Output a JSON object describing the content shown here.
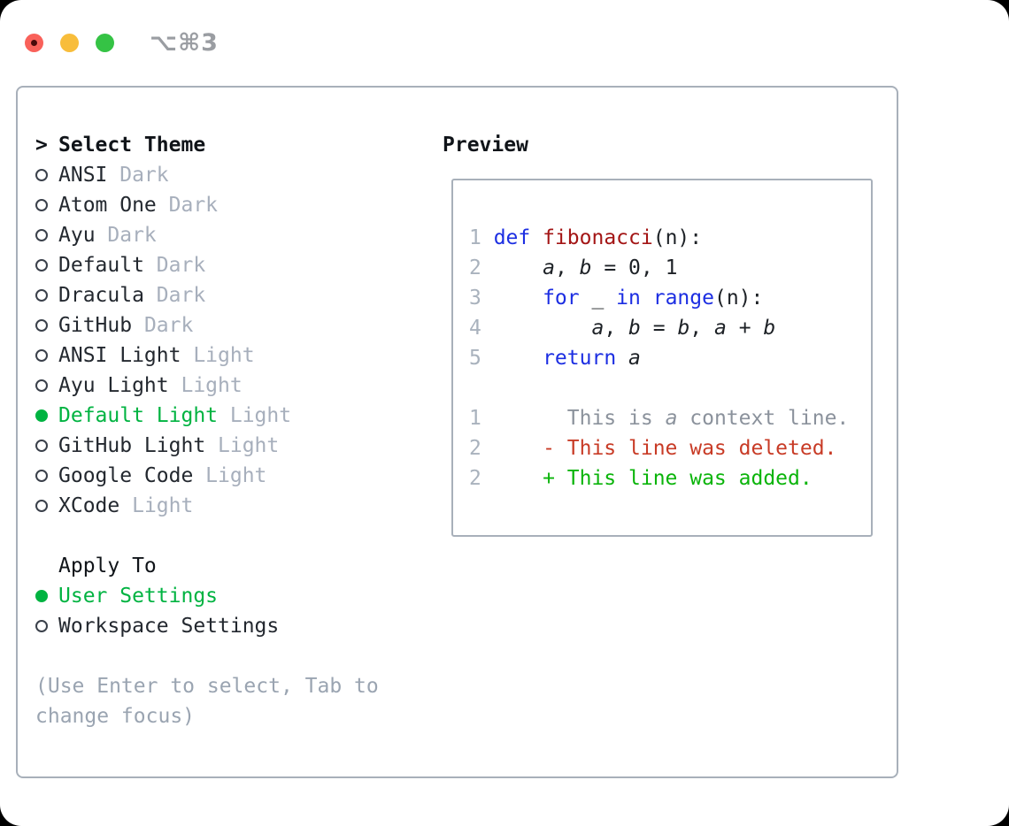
{
  "window": {
    "shortcut_label": "⌥⌘3",
    "traffic_lights": [
      "close",
      "minimize",
      "zoom"
    ]
  },
  "colors": {
    "accent_green": "#00b341",
    "keyword_blue": "#1c2ee2",
    "function_red": "#a31515",
    "deleted_red": "#c83b26",
    "added_green": "#0ab40a",
    "context_gray": "#8b929c",
    "muted_gray": "#a7afbc",
    "hint_gray": "#9aa4b1",
    "line_number_gray": "#a9b2bd",
    "border_gray": "#a8b0ba",
    "traffic_red": "#f9615a",
    "traffic_yellow": "#f8bd3b",
    "traffic_green": "#35c345"
  },
  "sidebar": {
    "header": {
      "prefix": ">",
      "label": "Select Theme"
    },
    "themes": [
      {
        "name": "ANSI",
        "variant": "Dark",
        "selected": false
      },
      {
        "name": "Atom One",
        "variant": "Dark",
        "selected": false
      },
      {
        "name": "Ayu",
        "variant": "Dark",
        "selected": false
      },
      {
        "name": "Default",
        "variant": "Dark",
        "selected": false
      },
      {
        "name": "Dracula",
        "variant": "Dark",
        "selected": false
      },
      {
        "name": "GitHub",
        "variant": "Dark",
        "selected": false
      },
      {
        "name": "ANSI Light",
        "variant": "Light",
        "selected": false
      },
      {
        "name": "Ayu Light",
        "variant": "Light",
        "selected": false
      },
      {
        "name": "Default Light",
        "variant": "Light",
        "selected": true
      },
      {
        "name": "GitHub Light",
        "variant": "Light",
        "selected": false
      },
      {
        "name": "Google Code",
        "variant": "Light",
        "selected": false
      },
      {
        "name": "XCode",
        "variant": "Light",
        "selected": false
      }
    ],
    "apply_to": {
      "label": "Apply To",
      "options": [
        {
          "label": "User Settings",
          "selected": true
        },
        {
          "label": "Workspace Settings",
          "selected": false
        }
      ]
    },
    "hint": "(Use Enter to select, Tab to change focus)"
  },
  "preview": {
    "title": "Preview",
    "lines": [
      {
        "name": "code-line-1",
        "num": "1",
        "segments": [
          {
            "text": "def",
            "style": "keyword"
          },
          {
            "text": " ",
            "style": "plain"
          },
          {
            "text": "fibonacci",
            "style": "function"
          },
          {
            "text": "(n):",
            "style": "plain"
          }
        ]
      },
      {
        "name": "code-line-2",
        "num": "2",
        "segments": [
          {
            "text": "    ",
            "style": "plain"
          },
          {
            "text": "a",
            "style": "variable"
          },
          {
            "text": ", ",
            "style": "plain"
          },
          {
            "text": "b",
            "style": "variable"
          },
          {
            "text": " = 0, 1",
            "style": "plain"
          }
        ]
      },
      {
        "name": "code-line-3",
        "num": "3",
        "segments": [
          {
            "text": "    ",
            "style": "plain"
          },
          {
            "text": "for",
            "style": "keyword"
          },
          {
            "text": " _ ",
            "style": "plain"
          },
          {
            "text": "in",
            "style": "keyword"
          },
          {
            "text": " ",
            "style": "plain"
          },
          {
            "text": "range",
            "style": "keyword"
          },
          {
            "text": "(n):",
            "style": "plain"
          }
        ]
      },
      {
        "name": "code-line-4",
        "num": "4",
        "segments": [
          {
            "text": "        ",
            "style": "plain"
          },
          {
            "text": "a",
            "style": "variable"
          },
          {
            "text": ", ",
            "style": "plain"
          },
          {
            "text": "b",
            "style": "variable"
          },
          {
            "text": " = ",
            "style": "plain"
          },
          {
            "text": "b",
            "style": "variable"
          },
          {
            "text": ", ",
            "style": "plain"
          },
          {
            "text": "a",
            "style": "variable"
          },
          {
            "text": " + ",
            "style": "plain"
          },
          {
            "text": "b",
            "style": "variable"
          }
        ]
      },
      {
        "name": "code-line-5",
        "num": "5",
        "segments": [
          {
            "text": "    ",
            "style": "plain"
          },
          {
            "text": "return",
            "style": "keyword"
          },
          {
            "text": " ",
            "style": "plain"
          },
          {
            "text": "a",
            "style": "variable"
          }
        ]
      },
      {
        "name": "blank-line",
        "num": "",
        "segments": []
      },
      {
        "name": "diff-context-line",
        "num": "1",
        "segments": [
          {
            "text": "      This is ",
            "style": "context"
          },
          {
            "text": "a",
            "style": "context-italic"
          },
          {
            "text": " context line.",
            "style": "context"
          }
        ]
      },
      {
        "name": "diff-deleted-line",
        "num": "2",
        "segments": [
          {
            "text": "    - This line was deleted.",
            "style": "deleted"
          }
        ]
      },
      {
        "name": "diff-added-line",
        "num": "2",
        "segments": [
          {
            "text": "    + This line was added.",
            "style": "added"
          }
        ]
      }
    ]
  }
}
